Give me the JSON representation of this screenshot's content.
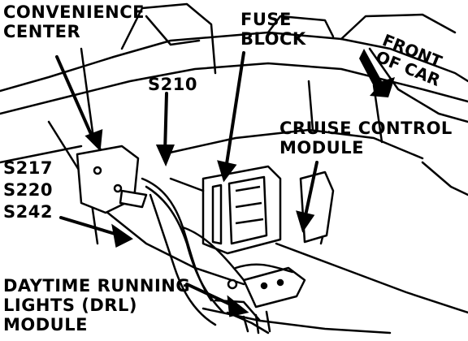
{
  "labels": {
    "convenience_center": [
      "CONVENIENCE",
      "CENTER"
    ],
    "fuse_block": [
      "FUSE",
      "BLOCK"
    ],
    "s210": "S210",
    "cruise_control_module": [
      "CRUISE CONTROL",
      "MODULE"
    ],
    "splices": [
      "S217",
      "S220",
      "S242"
    ],
    "drl_module": [
      "DAYTIME RUNNING",
      "LIGHTS (DRL)",
      "MODULE"
    ],
    "front_of_car": [
      "FRONT",
      "OF CAR"
    ]
  },
  "colors": {
    "ink": "#000000",
    "paper": "#ffffff"
  }
}
